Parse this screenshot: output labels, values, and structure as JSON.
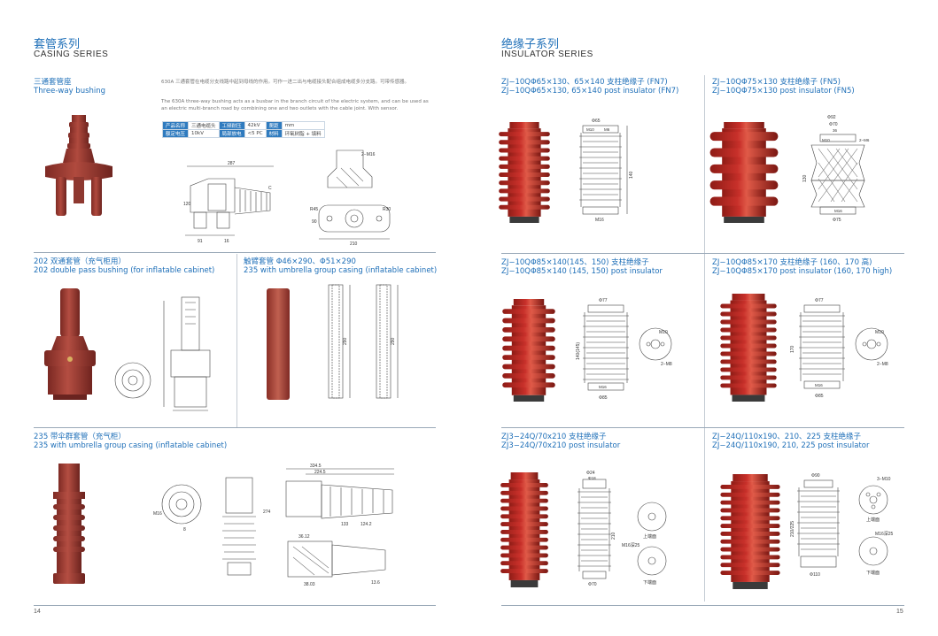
{
  "left": {
    "title_cn": "套管系列",
    "title_en": "CASING SERIES",
    "page_number": "14",
    "three_way": {
      "title_cn": "三通套管座",
      "title_en": "Three-way bushing",
      "desc_cn": "630A 三通套管在电缆分支线路中起到母线的作用。可作一进二出与电缆接头配合组成电缆多分支路。可带传感器。",
      "desc_en": "The 630A three-way bushing acts as a busbar in the branch circuit of the electric system, and can be used as an electric multi-branch road by combining one and two outlets with the cable joint. With sensor.",
      "spec_row1": [
        "产品名称",
        "三通电缆头",
        "工频耐压",
        "42kV",
        "爬距",
        "mm"
      ],
      "spec_row2": [
        "额定电压",
        "10kV",
        "局部放电",
        "<5 PC",
        "材料",
        "环氧树脂 + 填料"
      ],
      "dims": [
        "287",
        "91",
        "16",
        "120",
        "R45",
        "R30",
        "210",
        "90",
        "2−M16",
        "C"
      ]
    },
    "double_pass": {
      "title_cn": "202 双通套管（充气柜用）",
      "title_en": "202 double pass bushing (for inflatable cabinet)"
    },
    "umbrella_casing": {
      "title_cn": "触臂套管  Φ46×290、Φ51×290",
      "title_en": "235 with umbrella group casing (inflatable cabinet)",
      "dims": [
        "290",
        "290"
      ]
    },
    "umbrella_235": {
      "title_cn": "235 带伞群套管（充气柜）",
      "title_en": "235 with umbrella group casing (inflatable cabinet)",
      "dims": [
        "334.5",
        "224.5",
        "274",
        "124.2",
        "133",
        "36.12",
        "38.03",
        "13.6",
        "M16",
        "8"
      ]
    }
  },
  "right": {
    "title_cn": "绝缘子系列",
    "title_en": "INSULATOR SERIES",
    "page_number": "15",
    "items": [
      {
        "title_cn": "ZJ−10QΦ65×130、65×140 支柱绝缘子 (FN7)",
        "title_en": "ZJ−10QΦ65×130, 65×140 post insulator (FN7)",
        "dims": [
          "Φ65",
          "M10",
          "M6",
          "140",
          "M16"
        ]
      },
      {
        "title_cn": "ZJ−10QΦ75×130 支柱绝缘子 (FN5)",
        "title_en": "ZJ−10QΦ75×130 post insulator (FN5)",
        "dims": [
          "Φ92",
          "Φ70",
          "36",
          "M10",
          "2−M6",
          "130",
          "M16",
          "Φ75"
        ]
      },
      {
        "title_cn": "ZJ−10QΦ85×140(145、150) 支柱绝缘子",
        "title_en": "ZJ−10QΦ85×140 (145, 150) post insulator",
        "dims": [
          "Φ77",
          "140(145)",
          "M10",
          "2−M8",
          "M16",
          "Φ85"
        ]
      },
      {
        "title_cn": "ZJ−10QΦ85×170 支柱绝缘子 (160、170 高)",
        "title_en": "ZJ−10QΦ85×170 post insulator (160, 170 high)",
        "dims": [
          "Φ77",
          "170",
          "M10",
          "2−M8",
          "M16",
          "Φ85"
        ]
      },
      {
        "title_cn": "ZJ3−24Q/70x210 支柱绝缘子",
        "title_en": "ZJ3−24Q/70x210 post insulator",
        "dims": [
          "Φ24",
          "Φ18",
          "210",
          "M16深25",
          "Φ70",
          "上端面",
          "下端面"
        ]
      },
      {
        "title_cn": "ZJ−24Q/110x190、210、225 支柱绝缘子",
        "title_en": "ZJ−24Q/110x190, 210, 225 post insulator",
        "dims": [
          "Φ90",
          "210/225",
          "3−M10",
          "M16深25",
          "Φ110",
          "上端面",
          "下端面"
        ]
      }
    ]
  },
  "colors": {
    "accent_blue": "#1e6fb8",
    "product_red": "#c8302a",
    "terracotta": "#a8443a",
    "divider": "#9aa9b8"
  }
}
